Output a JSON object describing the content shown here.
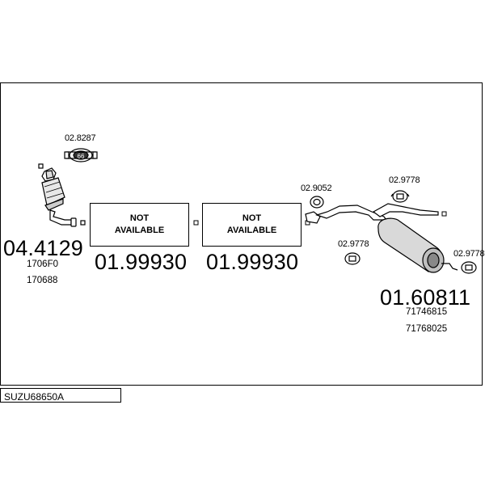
{
  "parts": {
    "cat_converter": {
      "number": "04.4129",
      "refs": [
        "1706F0",
        "170688"
      ]
    },
    "not_available_1": {
      "label_line1": "NOT",
      "label_line2": "AVAILABLE",
      "number": "01.99930"
    },
    "not_available_2": {
      "label_line1": "NOT",
      "label_line2": "AVAILABLE",
      "number": "01.99930"
    },
    "rear_silencer": {
      "number": "01.60811",
      "refs": [
        "71746815",
        "71768025"
      ]
    }
  },
  "accessories": {
    "clamp": "02.8287",
    "gasket": "02.9052",
    "hanger_top": "02.9778",
    "hanger_left": "02.9778",
    "hanger_right": "02.9778"
  },
  "clamp_marking": "66",
  "diagram_code": "SUZU68650A"
}
